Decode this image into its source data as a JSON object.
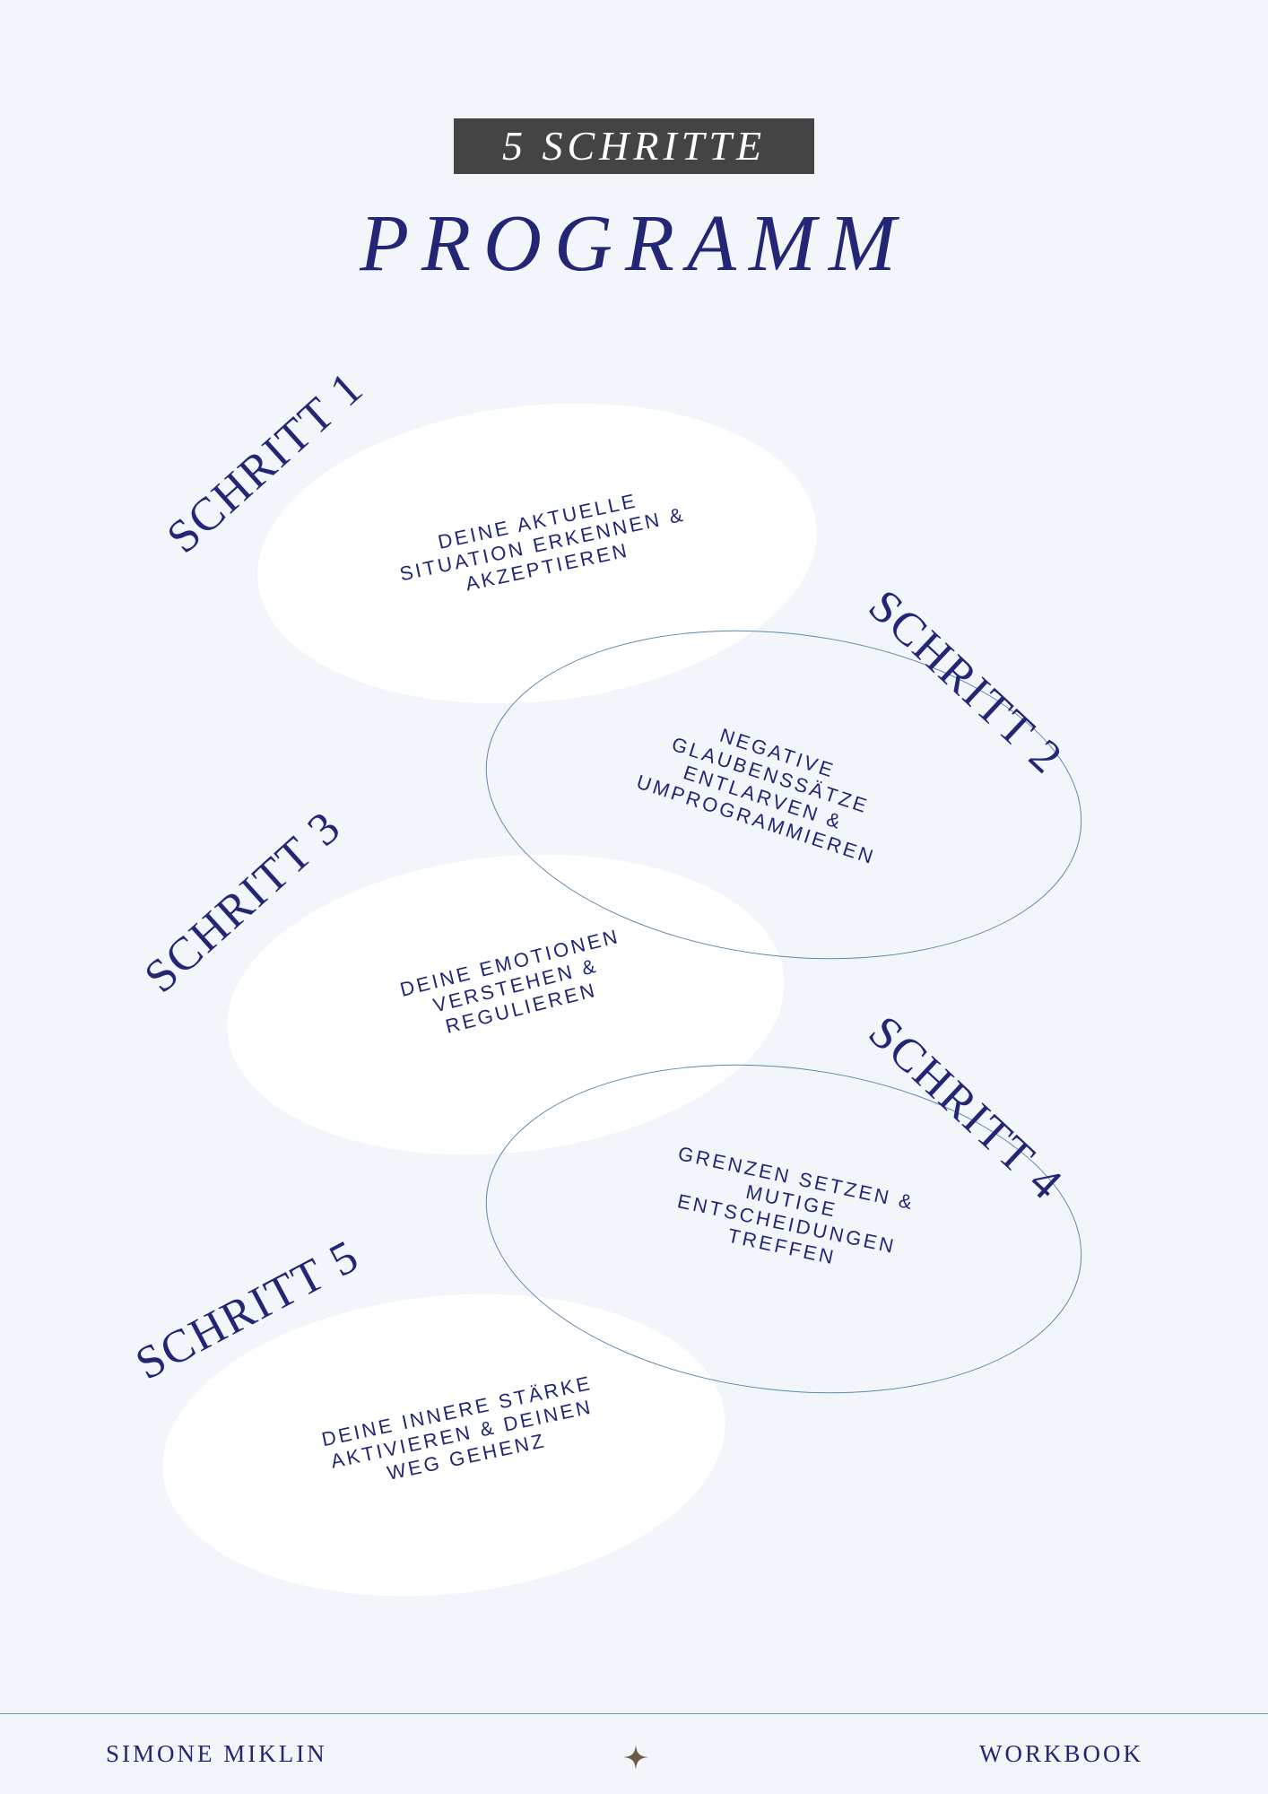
{
  "header": {
    "tag": "5 SCHRITTE",
    "title": "PROGRAMM"
  },
  "steps": [
    {
      "label": "SCHRITT 1",
      "text": "DEINE AKTUELLE\nSITUATION ERKENNEN &\nAKZEPTIEREN"
    },
    {
      "label": "SCHRITT 2",
      "text": "NEGATIVE\nGLAUBENSSÄTZE\nENTLARVEN &\nUMPROGRAMMIEREN"
    },
    {
      "label": "SCHRITT 3",
      "text": "DEINE EMOTIONEN\nVERSTEHEN &\nREGULIEREN"
    },
    {
      "label": "SCHRITT 4",
      "text": "GRENZEN SETZEN &\nMUTIGE\nENTSCHEIDUNGEN\nTREFFEN"
    },
    {
      "label": "SCHRITT 5",
      "text": "DEINE INNERE STÄRKE\nAKTIVIEREN & DEINEN\nWEG GEHENZ"
    }
  ],
  "footer": {
    "left": "SIMONE MIKLIN",
    "right": "WORKBOOK",
    "star_icon": "four-point-star-icon"
  },
  "colors": {
    "background": "#f2f6fb",
    "navy": "#232674",
    "tag_background": "#444444",
    "outline": "#5f86ad",
    "star": "#6b5a45"
  }
}
